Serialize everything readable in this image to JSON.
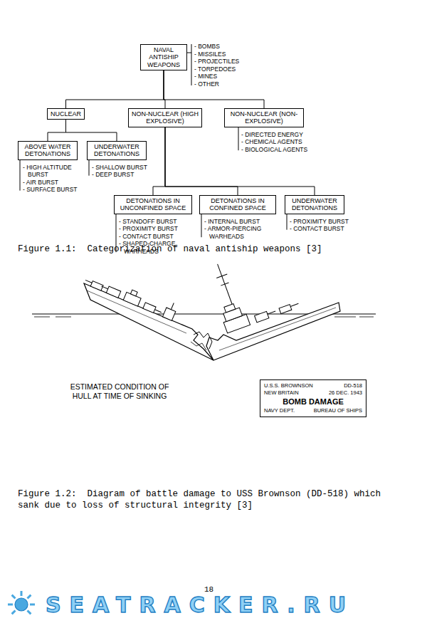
{
  "diagram": {
    "nodes": [
      {
        "text": [
          "NAVAL ANTISHIP WEAPONS"
        ]
      },
      {
        "text": [
          "NUCLEAR"
        ]
      },
      {
        "text": [
          "NON-NUCLEAR (HIGH EXPLOSIVE)"
        ]
      },
      {
        "text": [
          "NON-NUCLEAR (NON-EXPLOSIVE)"
        ]
      },
      {
        "text": [
          "ABOVE WATER DETONATIONS"
        ]
      },
      {
        "text": [
          "UNDERWATER DETONATIONS"
        ]
      },
      {
        "text": [
          "DETONATIONS IN UNCONFINED SPACE"
        ]
      },
      {
        "text": [
          "DETONATIONS IN CONFINED SPACE"
        ]
      },
      {
        "text": [
          "UNDERWATER DETONATIONS"
        ]
      },
      {
        "text": [
          "U.S.S. BROWNSON",
          "DD-518",
          "NEW BRITAIN",
          "26 DEC. 1943",
          "BOMB DAMAGE",
          "NAVY DEPT.",
          "BUREAU OF SHIPS"
        ]
      }
    ],
    "edges": [
      {
        "from": 0,
        "to": 1,
        "arrow": "none"
      },
      {
        "from": 0,
        "to": 2,
        "arrow": "none"
      },
      {
        "from": 0,
        "to": 3,
        "arrow": "none"
      },
      {
        "from": 1,
        "to": 4,
        "arrow": "none"
      },
      {
        "from": 1,
        "to": 5,
        "arrow": "none"
      },
      {
        "from": 2,
        "to": 6,
        "arrow": "none"
      },
      {
        "from": 2,
        "to": 7,
        "arrow": "none"
      },
      {
        "from": 2,
        "to": 8,
        "arrow": "none"
      }
    ],
    "labels": [
      "- BOMBS",
      "- MISSILES",
      "- PROJECTILES",
      "- TORPEDOES",
      "- MINES",
      "- OTHER",
      "- HIGH ALTITUDE BURST",
      "- AIR BURST",
      "- SURFACE BURST",
      "- SHALLOW BURST",
      "- DEEP BURST",
      "- DIRECTED ENERGY",
      "- CHEMICAL AGENTS",
      "- BIOLOGICAL AGENTS",
      "- STANDOFF BURST",
      "- PROXIMITY BURST",
      "- CONTACT BURST",
      "- SHAPED-CHARGE WARHEADS",
      "- INTERNAL BURST",
      "- ARMOR-PIERCING WARHEADS",
      "- PROXIMITY BURST",
      "- CONTACT BURST",
      "Figure 1.1:  Categorization of naval antiship weapons [3]",
      "ESTIMATED CONDITION OF HULL AT TIME OF SINKING",
      "Figure 1.2:  Diagram of battle damage to USS Brownson (DD-518) which sank due to loss of structural integrity [3]",
      "18",
      "SEATRACKER.RU"
    ]
  }
}
